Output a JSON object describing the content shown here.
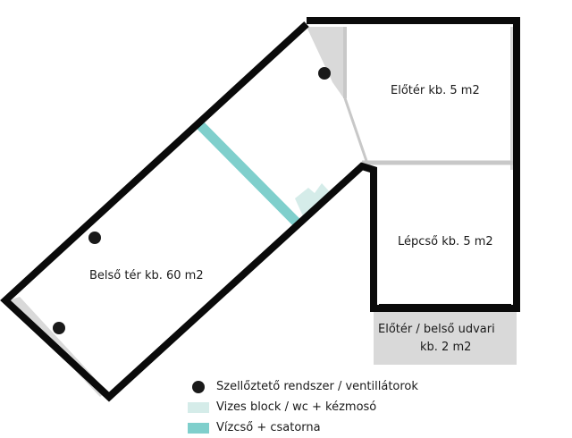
{
  "rooms": {
    "belso_ter": "Belső tér kb. 60 m2",
    "eloter": "Előtér kb. 5 m2",
    "lepcso": "Lépcső kb. 5 m2",
    "udvar_line1": "Előtér / belső udvari",
    "udvar_line2": "kb. 2 m2"
  },
  "legend": {
    "vent": "Szellőztető rendszer / ventillátorok",
    "water_block": "Vizes block / wc + kézmosó",
    "pipe": "Vízcső + csatorna"
  },
  "colors": {
    "wall": "#0a0a0a",
    "floor_grey": "#d9d9d9",
    "water_block": "#d5ece9",
    "pipe": "#7fcfcc",
    "vent_dot": "#1a1a1a"
  }
}
